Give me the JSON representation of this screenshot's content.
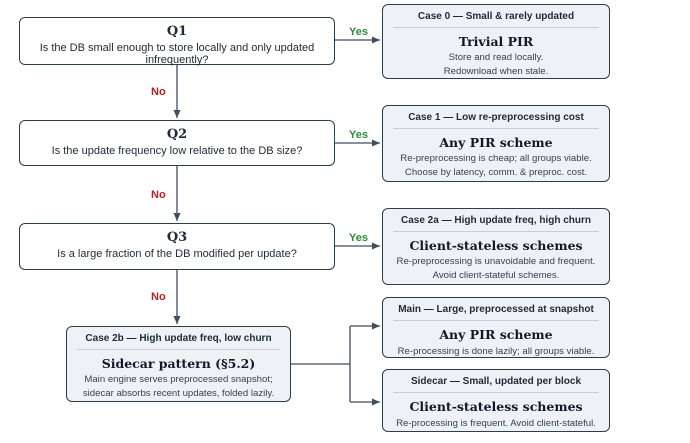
{
  "questions": [
    {
      "title": "Q1",
      "text": "Is the DB small enough to store locally and only updated infrequently?"
    },
    {
      "title": "Q2",
      "text": "Is the update frequency low relative to the DB size?"
    },
    {
      "title": "Q3",
      "text": "Is a large fraction of the DB modified per update?"
    }
  ],
  "edge_labels": {
    "yes": "Yes",
    "no": "No"
  },
  "cases": {
    "case0": {
      "header": "Case 0 — Small & rarely updated",
      "title": "Trivial PIR",
      "lines": [
        "Store and read locally.",
        "Redownload when stale."
      ]
    },
    "case1": {
      "header": "Case 1 — Low re-preprocessing cost",
      "title": "Any PIR scheme",
      "lines": [
        "Re-preprocessing is cheap; all groups viable.",
        "Choose by latency, comm. & preproc. cost."
      ]
    },
    "case2a": {
      "header": "Case 2a — High update freq, high churn",
      "title": "Client-stateless schemes",
      "lines": [
        "Re-preprocessing is unavoidable and frequent.",
        "Avoid client-stateful schemes."
      ]
    },
    "case2b": {
      "header": "Case 2b — High update freq, low churn",
      "title": "Sidecar pattern (§5.2)",
      "lines": [
        "Main engine serves preprocessed snapshot;",
        "sidecar absorbs recent updates, folded lazily."
      ]
    },
    "main": {
      "header": "Main — Large, preprocessed at snapshot",
      "title": "Any PIR scheme",
      "lines": [
        "Re-processing is done lazily; all groups viable."
      ]
    },
    "sidecar": {
      "header": "Sidecar — Small, updated per block",
      "title": "Client-stateless schemes",
      "lines": [
        "Re-processing is frequent. Avoid client-stateful."
      ]
    }
  },
  "colors": {
    "border": "#2b3e50",
    "case_bg": "#eef2f6",
    "yes": "#2e8b3a",
    "no": "#b22222",
    "edge": "#3f4f60"
  }
}
